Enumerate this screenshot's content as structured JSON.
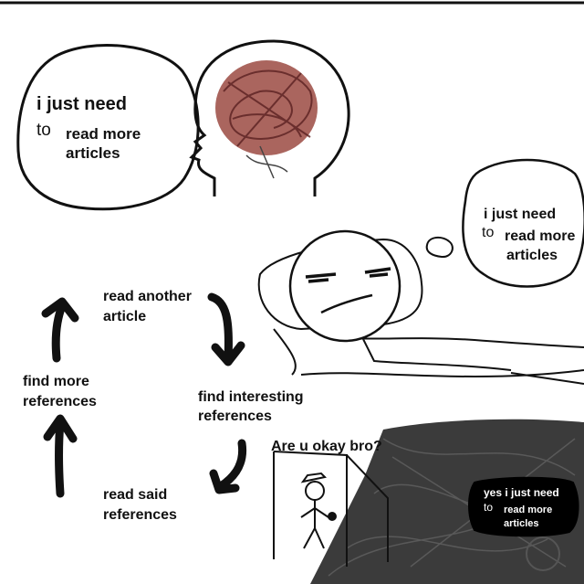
{
  "panel_brain": {
    "bubble_line1": "i just need",
    "bubble_to": "to",
    "bubble_line2": "read more",
    "bubble_line3": "articles"
  },
  "panel_bed": {
    "bubble_line1": "i just need",
    "bubble_to": "to",
    "bubble_line2": "read more",
    "bubble_line3": "articles"
  },
  "cycle": {
    "step1_line1": "read another",
    "step1_line2": "article",
    "step2_line1": "find interesting",
    "step2_line2": "references",
    "step3_line1": "read said",
    "step3_line2": "references",
    "step4_line1": "find more",
    "step4_line2": "references"
  },
  "panel_door": {
    "question": "Are u okay bro?",
    "reply_line1": "yes i just need",
    "reply_to": "to",
    "reply_line2": "read more",
    "reply_line3": "articles"
  },
  "colors": {
    "ink": "#111111",
    "brain_scribble": "#9b4a42",
    "dark_scribble": "#2a2a2a"
  }
}
